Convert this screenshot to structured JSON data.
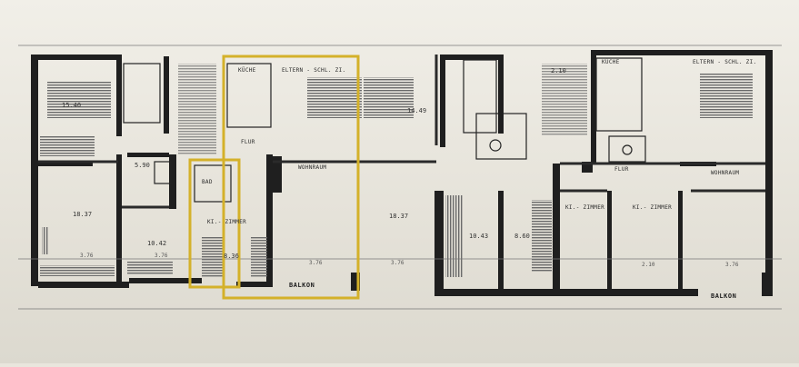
{
  "plan": {
    "room_labels": {
      "kueche_left": "KÜCHE",
      "eltern_left": "ELTERN - SCHL. ZI.",
      "flur_left": "FLUR",
      "bad_left": "BAD",
      "wohnraum_left": "WOHNRAUM",
      "kinderzimmer_left": "KI.- ZIMMER",
      "balkon_left": "BALKON",
      "kueche_right": "KÜCHE",
      "eltern_right": "ELTERN - SCHL. ZI.",
      "flur_right": "FLUR",
      "wohnraum_right": "WOHNRAUM",
      "kinderzimmer_right_a": "KI.- ZIMMER",
      "kinderzimmer_right_b": "KI.- ZIMMER",
      "balkon_right": "BALKON"
    },
    "room_areas": {
      "a1": "15.40",
      "a2": "18.37",
      "a3": "10.42",
      "a4": "18.37",
      "a5": "8.36",
      "a6": "10.43",
      "a7": "8.60",
      "a8": "5.90",
      "a9": "2.10",
      "a10": "14.49"
    },
    "dimensions": {
      "d1": "3.76",
      "d2": "3.76",
      "d3": "3.76",
      "d4": "3.76",
      "d5": "2.10",
      "d6": "3.76"
    },
    "highlight_color": "#d4b12a",
    "wall_color": "#1f1f1f"
  }
}
